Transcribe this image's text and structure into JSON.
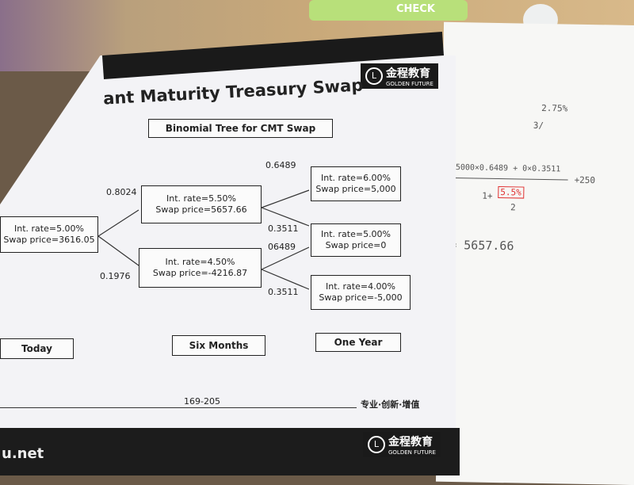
{
  "desk": {
    "marker_text": "CHECK"
  },
  "document": {
    "title": "ant Maturity Treasury Swap",
    "logo": {
      "mark": "L",
      "cn": "金程教育",
      "en": "GOLDEN FUTURE"
    },
    "diagram_title": "Binomial Tree for CMT Swap",
    "nodes": [
      {
        "rate": "Int. rate=5.00%",
        "price": "Swap price=3616.05"
      },
      {
        "rate": "Int. rate=5.50%",
        "price": "Swap price=5657.66"
      },
      {
        "rate": "Int. rate=4.50%",
        "price": "Swap price=-4216.87"
      },
      {
        "rate": "Int. rate=6.00%",
        "price": "Swap price=5,000"
      },
      {
        "rate": "Int. rate=5.00%",
        "price": "Swap price=0"
      },
      {
        "rate": "Int. rate=4.00%",
        "price": "Swap price=-5,000"
      }
    ],
    "probabilities": [
      "0.8024",
      "0.1976",
      "0.6489",
      "0.3511",
      "06489",
      "0.3511"
    ],
    "periods": [
      "Today",
      "Six Months",
      "One Year"
    ],
    "page_number": "169-205",
    "footer_slogan": "专业·创新·增值",
    "next_page_url": "u.net"
  },
  "handwritten_notes": {
    "top": "2.75%",
    "top2": "3/",
    "numerator": "5000×0.6489 + 0×0.3511",
    "denominator": "1+",
    "highlighted": "5.5%",
    "divisor": "2",
    "plus": "+250",
    "result": "= 5657.66"
  },
  "colors": {
    "ink": "#222222",
    "highlight": "#e03030",
    "band": "#1a1a1a"
  }
}
